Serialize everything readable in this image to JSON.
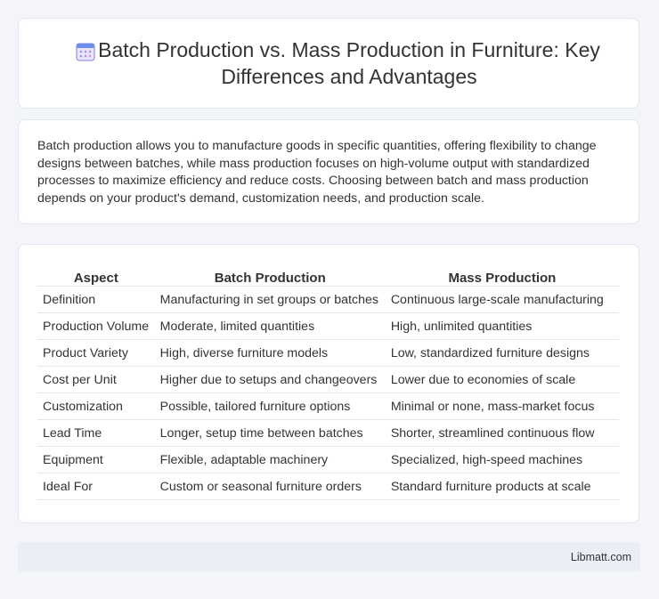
{
  "header": {
    "title": "Batch Production vs. Mass Production in Furniture: Key Differences and Advantages",
    "icon": "calendar-icon"
  },
  "intro": {
    "text": "Batch production allows you to manufacture goods in specific quantities, offering flexibility to change designs between batches, while mass production focuses on high-volume output with standardized processes to maximize efficiency and reduce costs. Choosing between batch and mass production depends on your product's demand, customization needs, and production scale."
  },
  "table": {
    "headers": [
      "Aspect",
      "Batch Production",
      "Mass Production"
    ],
    "rows": [
      [
        "Definition",
        "Manufacturing in set groups or batches",
        "Continuous large-scale manufacturing"
      ],
      [
        "Production Volume",
        "Moderate, limited quantities",
        "High, unlimited quantities"
      ],
      [
        "Product Variety",
        "High, diverse furniture models",
        "Low, standardized furniture designs"
      ],
      [
        "Cost per Unit",
        "Higher due to setups and changeovers",
        "Lower due to economies of scale"
      ],
      [
        "Customization",
        "Possible, tailored furniture options",
        "Minimal or none, mass-market focus"
      ],
      [
        "Lead Time",
        "Longer, setup time between batches",
        "Shorter, streamlined continuous flow"
      ],
      [
        "Equipment",
        "Flexible, adaptable machinery",
        "Specialized, high-speed machines"
      ],
      [
        "Ideal For",
        "Custom or seasonal furniture orders",
        "Standard furniture products at scale"
      ]
    ]
  },
  "footer": {
    "site": "Libmatt.com"
  },
  "colors": {
    "page_background": "#f3f5f9",
    "card_background": "#ffffff",
    "footer_background": "#e9eef7",
    "icon_accent": "#6b8ee6",
    "icon_secondary": "#e58ad6"
  }
}
